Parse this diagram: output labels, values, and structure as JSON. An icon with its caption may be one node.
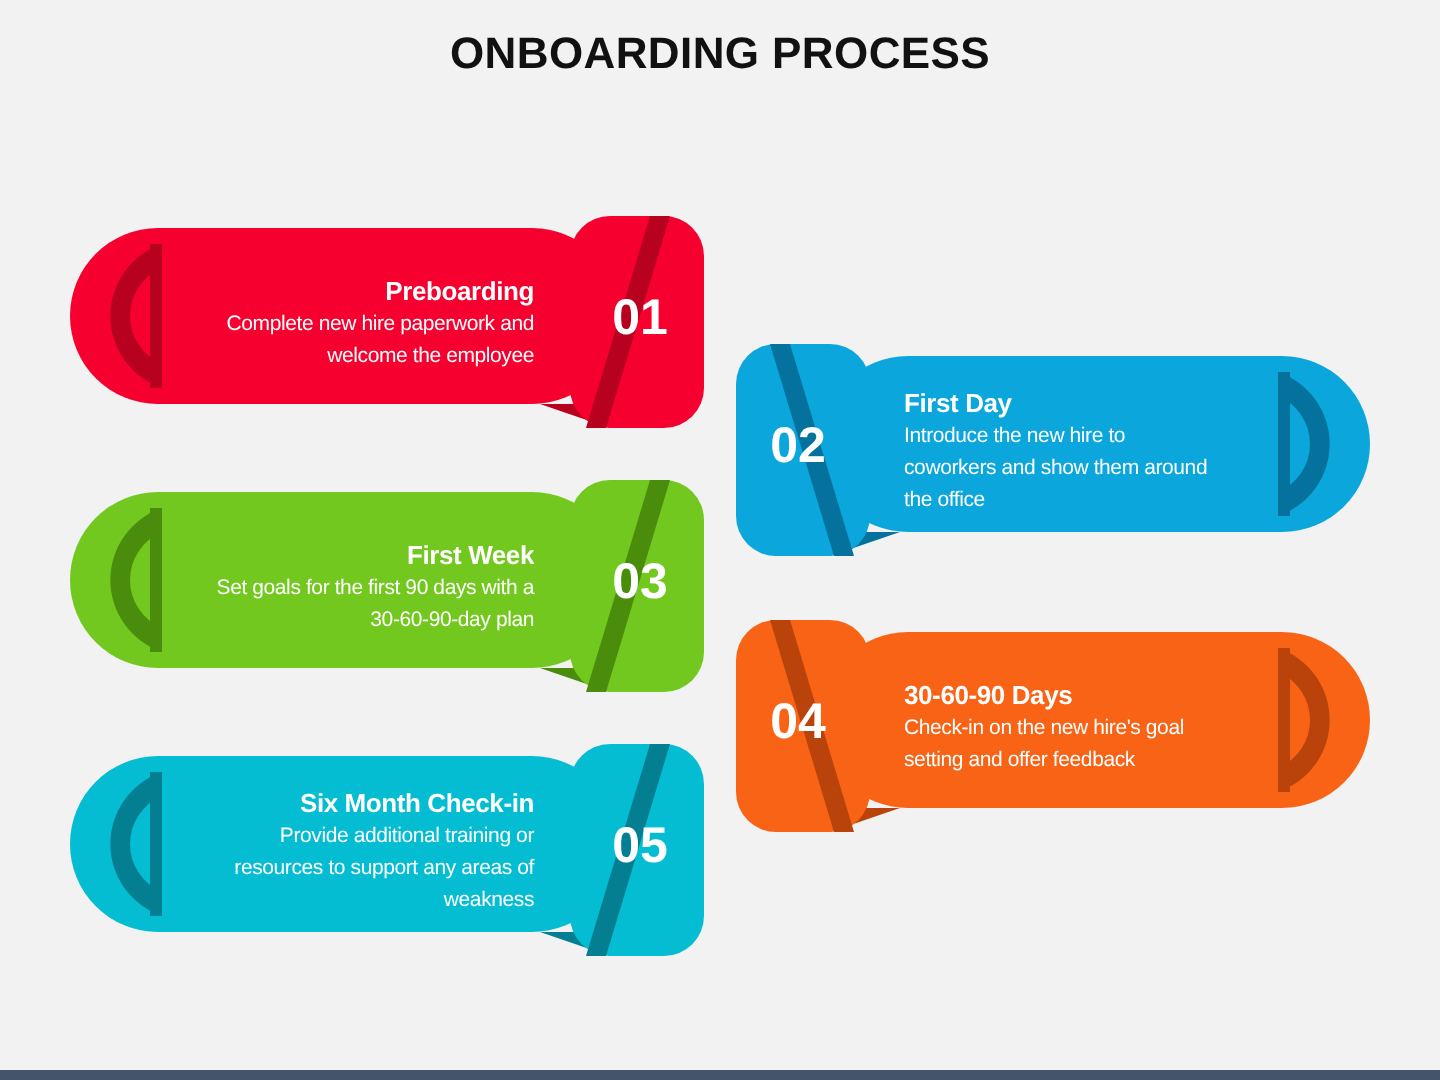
{
  "diagram": {
    "title": "ONBOARDING PROCESS",
    "nodes": [
      {
        "text": [
          "Preboarding",
          "Complete new hire paperwork and welcome the employee",
          "01"
        ]
      },
      {
        "text": [
          "02",
          "First Day",
          "Introduce the new hire to coworkers and show them around the office"
        ]
      },
      {
        "text": [
          "First Week",
          "Set goals for the first 90 days with a 30-60-90-day plan",
          "03"
        ]
      },
      {
        "text": [
          "04",
          "30-60-90 Days",
          "Check-in on the new hire's goal setting and offer feedback"
        ]
      },
      {
        "text": [
          "Six Month Check-in",
          "Provide additional training or resources to support any areas of weakness",
          "05"
        ]
      }
    ]
  }
}
